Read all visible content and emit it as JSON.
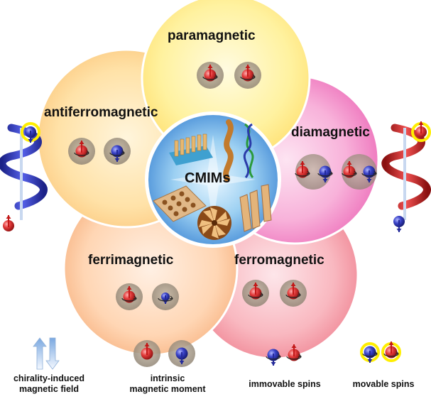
{
  "center": {
    "label": "CMIMs"
  },
  "petals": [
    {
      "id": "paramagnetic",
      "label": "paramagnetic",
      "color": "#fff3a8",
      "spins": [
        {
          "sphere": "red",
          "arrow": "up"
        },
        {
          "sphere": "red",
          "arrow": "up"
        }
      ]
    },
    {
      "id": "antiferromagnetic",
      "label": "antiferromagnetic",
      "color": "#ffe0a0",
      "spins": [
        {
          "sphere": "red",
          "arrow": "up"
        },
        {
          "sphere": "blue",
          "arrow": "down"
        }
      ]
    },
    {
      "id": "diamagnetic",
      "label": "diamagnetic",
      "color": "#f7a6d4",
      "spins": [
        {
          "sphere": "red",
          "arrow": "up"
        },
        {
          "sphere": "blue",
          "arrow": "down"
        },
        {
          "sphere": "red",
          "arrow": "up"
        },
        {
          "sphere": "blue",
          "arrow": "down"
        }
      ]
    },
    {
      "id": "ferrimagnetic",
      "label": "ferrimagnetic",
      "color": "#ffd0aa",
      "spins": [
        {
          "sphere": "red",
          "arrow": "up"
        },
        {
          "sphere": "blue",
          "arrow": "down-small"
        }
      ]
    },
    {
      "id": "ferromagnetic",
      "label": "ferromagnetic",
      "color": "#fbb0b8",
      "spins": [
        {
          "sphere": "red",
          "arrow": "up"
        },
        {
          "sphere": "red",
          "arrow": "up"
        }
      ]
    }
  ],
  "legend": {
    "chirality": "chirality-induced\nmagnetic field",
    "intrinsic": "intrinsic\nmagnetic moment",
    "immovable": "immovable spins",
    "movable": "movable spins"
  },
  "colors": {
    "spin_red": "#e23a3a",
    "spin_blue": "#3a43c8",
    "helix_blue": "#3440c0",
    "helix_red": "#d42a2a",
    "center_blue": "#4aa0e6",
    "movable_glow": "#ffee00"
  },
  "icons": [
    "helix-left-icon",
    "helix-right-icon",
    "double-arrow-icon",
    "spin-sphere-icon",
    "nanostructure-icon"
  ]
}
